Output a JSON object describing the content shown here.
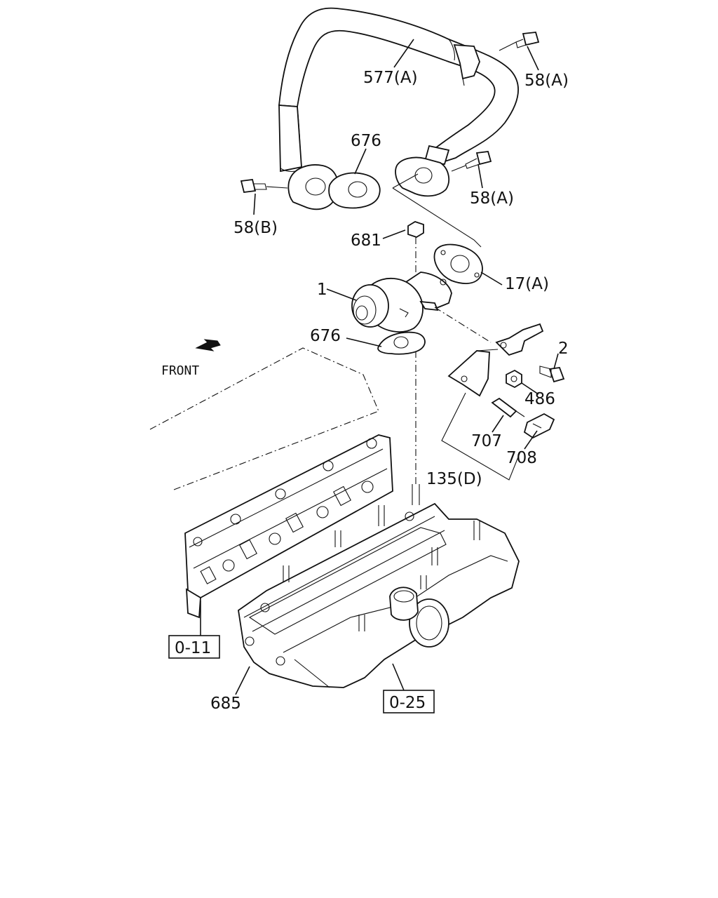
{
  "diagram": {
    "labels": {
      "pipe": "577(A)",
      "bolt_top_right": "58(A)",
      "bolt_mid_right": "58(A)",
      "bolt_left": "58(B)",
      "gasket_upper": "676",
      "nut": "681",
      "gasket_right": "17(A)",
      "valve": "1",
      "gasket_lower": "676",
      "bolt_bracket": "2",
      "nut_bracket": "486",
      "stud": "707",
      "clip": "708",
      "bracket_assy": "135(D)",
      "front": "FRONT",
      "ref_head": "0-11",
      "ref_manifold": "0-25",
      "manifold_gasket": "685"
    },
    "icons": {
      "front_arrow": "front-direction-arrow-icon"
    }
  }
}
